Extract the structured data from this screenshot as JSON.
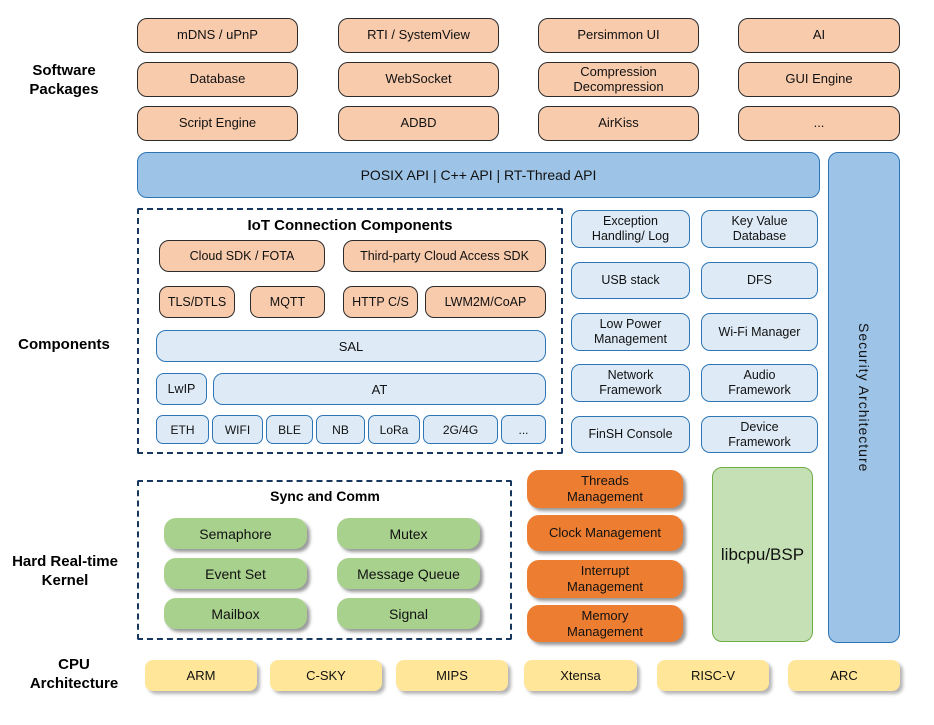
{
  "section_labels": {
    "software_packages": "Software Packages",
    "components": "Components",
    "kernel": "Hard Real-time Kernel",
    "cpu": "CPU Architecture"
  },
  "software_packages": {
    "rows": [
      [
        "mDNS / uPnP",
        "RTI / SystemView",
        "Persimmon UI",
        "AI"
      ],
      [
        "Database",
        "WebSocket",
        "Compression Decompression",
        "GUI Engine"
      ],
      [
        "Script Engine",
        "ADBD",
        "AirKiss",
        "..."
      ]
    ]
  },
  "api_bar": {
    "label": "POSIX API  |  C++ API  |  RT-Thread API"
  },
  "security_bar": {
    "label": "Security Architecture"
  },
  "iot": {
    "title": "IoT Connection Components",
    "row1": [
      "Cloud SDK / FOTA",
      "Third-party Cloud Access SDK"
    ],
    "row2": [
      "TLS/DTLS",
      "MQTT",
      "HTTP C/S",
      "LWM2M/CoAP"
    ],
    "sal": "SAL",
    "lwip": "LwIP",
    "at": "AT",
    "links": [
      "ETH",
      "WIFI",
      "BLE",
      "NB",
      "LoRa",
      "2G/4G",
      "..."
    ]
  },
  "components_right": {
    "rows": [
      [
        "Exception Handling/ Log",
        "Key Value Database"
      ],
      [
        "USB stack",
        "DFS"
      ],
      [
        "Low Power Management",
        "Wi-Fi Manager"
      ],
      [
        "Network Framework",
        "Audio Framework"
      ],
      [
        "FinSH Console",
        "Device Framework"
      ]
    ]
  },
  "kernel": {
    "sync_title": "Sync and Comm",
    "sync_items": [
      [
        "Semaphore",
        "Mutex"
      ],
      [
        "Event Set",
        "Message Queue"
      ],
      [
        "Mailbox",
        "Signal"
      ]
    ],
    "management": [
      "Threads Management",
      "Clock Management",
      "Interrupt Management",
      "Memory Management"
    ],
    "libcpu": "libcpu/BSP"
  },
  "cpu_row": {
    "items": [
      "ARM",
      "C-SKY",
      "MIPS",
      "Xtensa",
      "RISC-V",
      "ARC"
    ]
  },
  "colors": {
    "package_fill": "#F8CBAD",
    "blue_bar_fill": "#9DC3E6",
    "blue_bar_border": "#2E75B6",
    "light_blue_fill": "#DEEBF7",
    "light_blue_border": "#2E75B6",
    "green_fill": "#A9D18E",
    "kernel_orange_fill": "#ED7D31",
    "libcpu_fill": "#C5E0B4",
    "libcpu_border": "#70AD47",
    "yellow_fill": "#FFE699",
    "dashed_border": "#17375E"
  }
}
